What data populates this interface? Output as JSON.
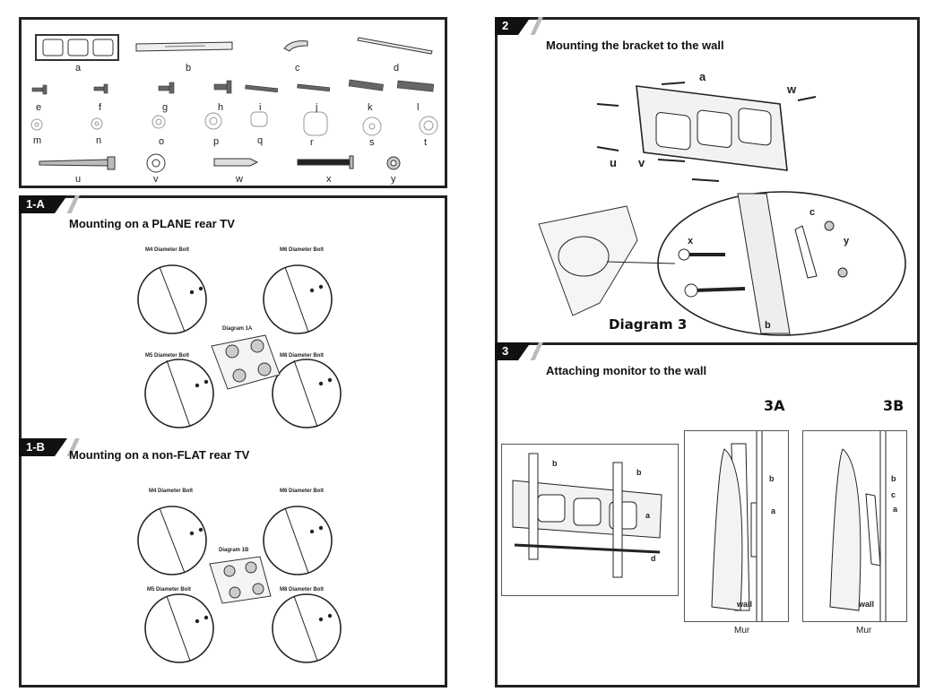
{
  "parts_panel": {
    "row1": [
      "a",
      "b",
      "c",
      "d"
    ],
    "row2": [
      "e",
      "f",
      "g",
      "h",
      "i",
      "j",
      "k",
      "l"
    ],
    "row3": [
      "m",
      "n",
      "o",
      "p",
      "q",
      "r",
      "s",
      "t"
    ],
    "row4": [
      "u",
      "v",
      "w",
      "x",
      "y"
    ]
  },
  "section_1a": {
    "tab": "1-A",
    "title": "Mounting on a PLANE rear TV",
    "diagram_label": "Diagram 1A",
    "bolt_labels": [
      "M4 Diameter Bolt",
      "M6 Diameter Bolt",
      "M5 Diameter Bolt",
      "M8 Diameter Bolt"
    ]
  },
  "section_1b": {
    "tab": "1-B",
    "title": "Mounting on a non-FLAT rear TV",
    "diagram_label": "Diagram 1B",
    "bolt_labels": [
      "M4 Diameter Bolt",
      "M6 Diameter Bolt",
      "M5 Diameter Bolt",
      "M8 Diameter Bolt"
    ]
  },
  "section_2": {
    "tab": "2",
    "title": "Mounting the bracket to the wall",
    "callouts": [
      "a",
      "w",
      "u",
      "v",
      "x",
      "c",
      "y",
      "b"
    ],
    "diagram_label": "Diagram 3"
  },
  "section_3": {
    "tab": "3",
    "title": "Attaching monitor to the wall",
    "label_3a": "3A",
    "label_3b": "3B",
    "left_callouts": [
      "b",
      "b",
      "a",
      "d"
    ],
    "callouts_3a": [
      "b",
      "a"
    ],
    "callouts_3b": [
      "b",
      "c",
      "a"
    ],
    "wall": "wall",
    "mur": "Mur"
  },
  "colors": {
    "ink": "#111111",
    "tab_bg": "#111111",
    "hardware": "#555555"
  }
}
